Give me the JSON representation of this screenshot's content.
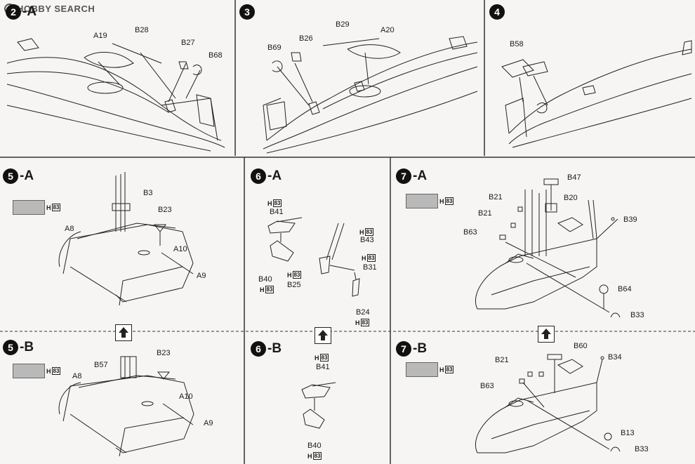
{
  "watermark": {
    "text": "HOBBY SEARCH"
  },
  "steps": {
    "s2": {
      "num": "2",
      "suffix": "-A"
    },
    "s3": {
      "num": "3"
    },
    "s4": {
      "num": "4"
    },
    "s5a": {
      "num": "5",
      "suffix": "-A"
    },
    "s5b": {
      "num": "5",
      "suffix": "-B"
    },
    "s6a": {
      "num": "6",
      "suffix": "-A"
    },
    "s6b": {
      "num": "6",
      "suffix": "-B"
    },
    "s7a": {
      "num": "7",
      "suffix": "-A"
    },
    "s7b": {
      "num": "7",
      "suffix": "-B"
    }
  },
  "paint_code": {
    "prefix": "H",
    "number": "83"
  },
  "parts": {
    "p2": [
      "A19",
      "B28",
      "B27",
      "B68"
    ],
    "p3": [
      "B29",
      "A20",
      "B26",
      "B69"
    ],
    "p4": [
      "B58"
    ],
    "p5a": [
      "B3",
      "B23",
      "A8",
      "A10",
      "A9"
    ],
    "p5b": [
      "B57",
      "B23",
      "A8",
      "A10",
      "A9"
    ],
    "p6a": [
      "B41",
      "B43",
      "B31",
      "B40",
      "B25",
      "B24"
    ],
    "p6b": [
      "B41",
      "B40"
    ],
    "p7a": [
      "B47",
      "B21",
      "B20",
      "B21",
      "B63",
      "B39",
      "B64",
      "B33"
    ],
    "p7b": [
      "B60",
      "B21",
      "B34",
      "B63",
      "B13",
      "B33"
    ]
  }
}
